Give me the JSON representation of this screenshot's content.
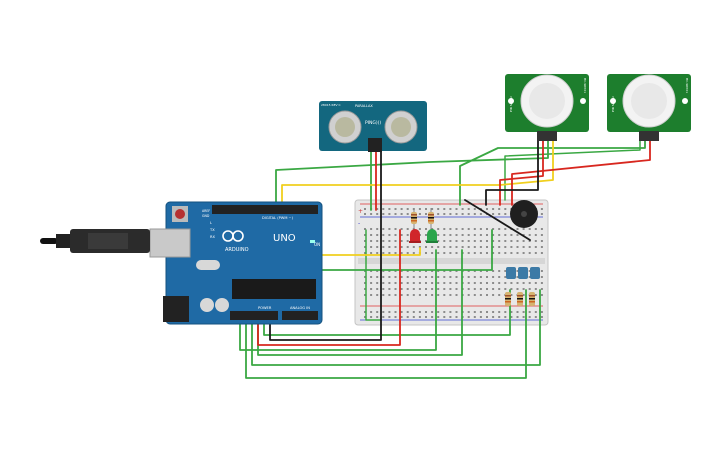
{
  "arduino": {
    "brand": "ARDUINO",
    "model": "UNO",
    "digital_label": "DIGITAL (PWM ~)",
    "power_label": "POWER",
    "analog_label": "ANALOG IN",
    "on_label": "ON",
    "tx_label": "TX",
    "rx_label": "RX",
    "l_label": "L",
    "aref_label": "AREF",
    "gnd_label": "GND"
  },
  "ultrasonic": {
    "brand": "PARALLAX",
    "model": "PING)))",
    "part": "28015 REV C"
  },
  "pir_left": {
    "side_top": "HC-SR501",
    "side_bottom": "PIR Sensor"
  },
  "pir_right": {
    "side_top": "HC-SR501",
    "side_bottom": "PIR Sensor"
  },
  "breadboard": {
    "rails": [
      "+",
      "-"
    ]
  },
  "colors": {
    "wire_green": "#3aa843",
    "wire_yellow": "#f0cf1e",
    "wire_red": "#d8271f",
    "wire_black": "#1a1a1a",
    "arduino_blue": "#1f6aa5",
    "pir_green": "#1d7e2d",
    "sonar_teal": "#13677f",
    "led_red": "#d0262a",
    "led_green": "#2aa54c"
  }
}
